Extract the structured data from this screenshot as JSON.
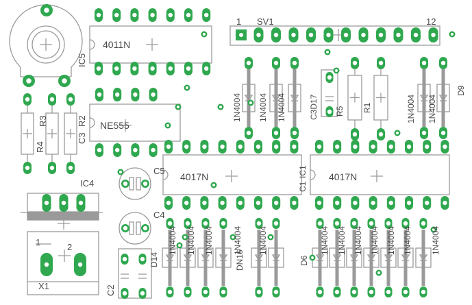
{
  "colors": {
    "outline": "#9a9a9a",
    "pad": "#2fa84f",
    "drill": "#ffffff",
    "trace": "#9a9a9a",
    "text": "#4a4a4a"
  },
  "labels": {
    "ic5": "IC5",
    "ic5_value": "4011N",
    "ne555": "NE555",
    "r2": "R2",
    "c3": "C3",
    "r3": "R3",
    "r4": "R4",
    "sv1": "SV1",
    "sv1_pin1": "1",
    "sv1_pin12": "12",
    "d_1n4004_left": "1N4004",
    "d_1n4004_left2": "1N4004",
    "d_1n4004_left3": "1N4004",
    "c3d17": "C3D17",
    "r5": "R5",
    "r1": "R1",
    "d_1n4004_right": "1N4004",
    "d_1n4004_right2": "1N4004",
    "d9": "D9",
    "c5": "C5",
    "c1": "C1",
    "ic2_value": "4017N",
    "ic1_value": "4017N",
    "ic1": "IC1",
    "ic4": "IC4",
    "c4": "C4",
    "x1": "X1",
    "x1_pin1": "1",
    "x1_pin2": "2",
    "c2": "C2",
    "d14": "D14",
    "dn16": "DN16",
    "d6": "D6",
    "bottom_1n4004_a": "1N4004",
    "bottom_1n4004_b": "1N4004",
    "bottom_1n4004_c": "1N4004",
    "bottom_1n4004_d": "1N4004",
    "bottom_1n4004_e": "1N4004",
    "bottom_1n4004_f": "1N4004",
    "bottom_1n4004_g": "1N4004",
    "bottom_1n4004_h": "1N4004",
    "bottom_1n4004_i": "1N4004",
    "bottom_1n4004_j": "1N4004",
    "bottom_1n4004_k": "1N4004",
    "bottom_1n4004_l": "1N4004"
  }
}
